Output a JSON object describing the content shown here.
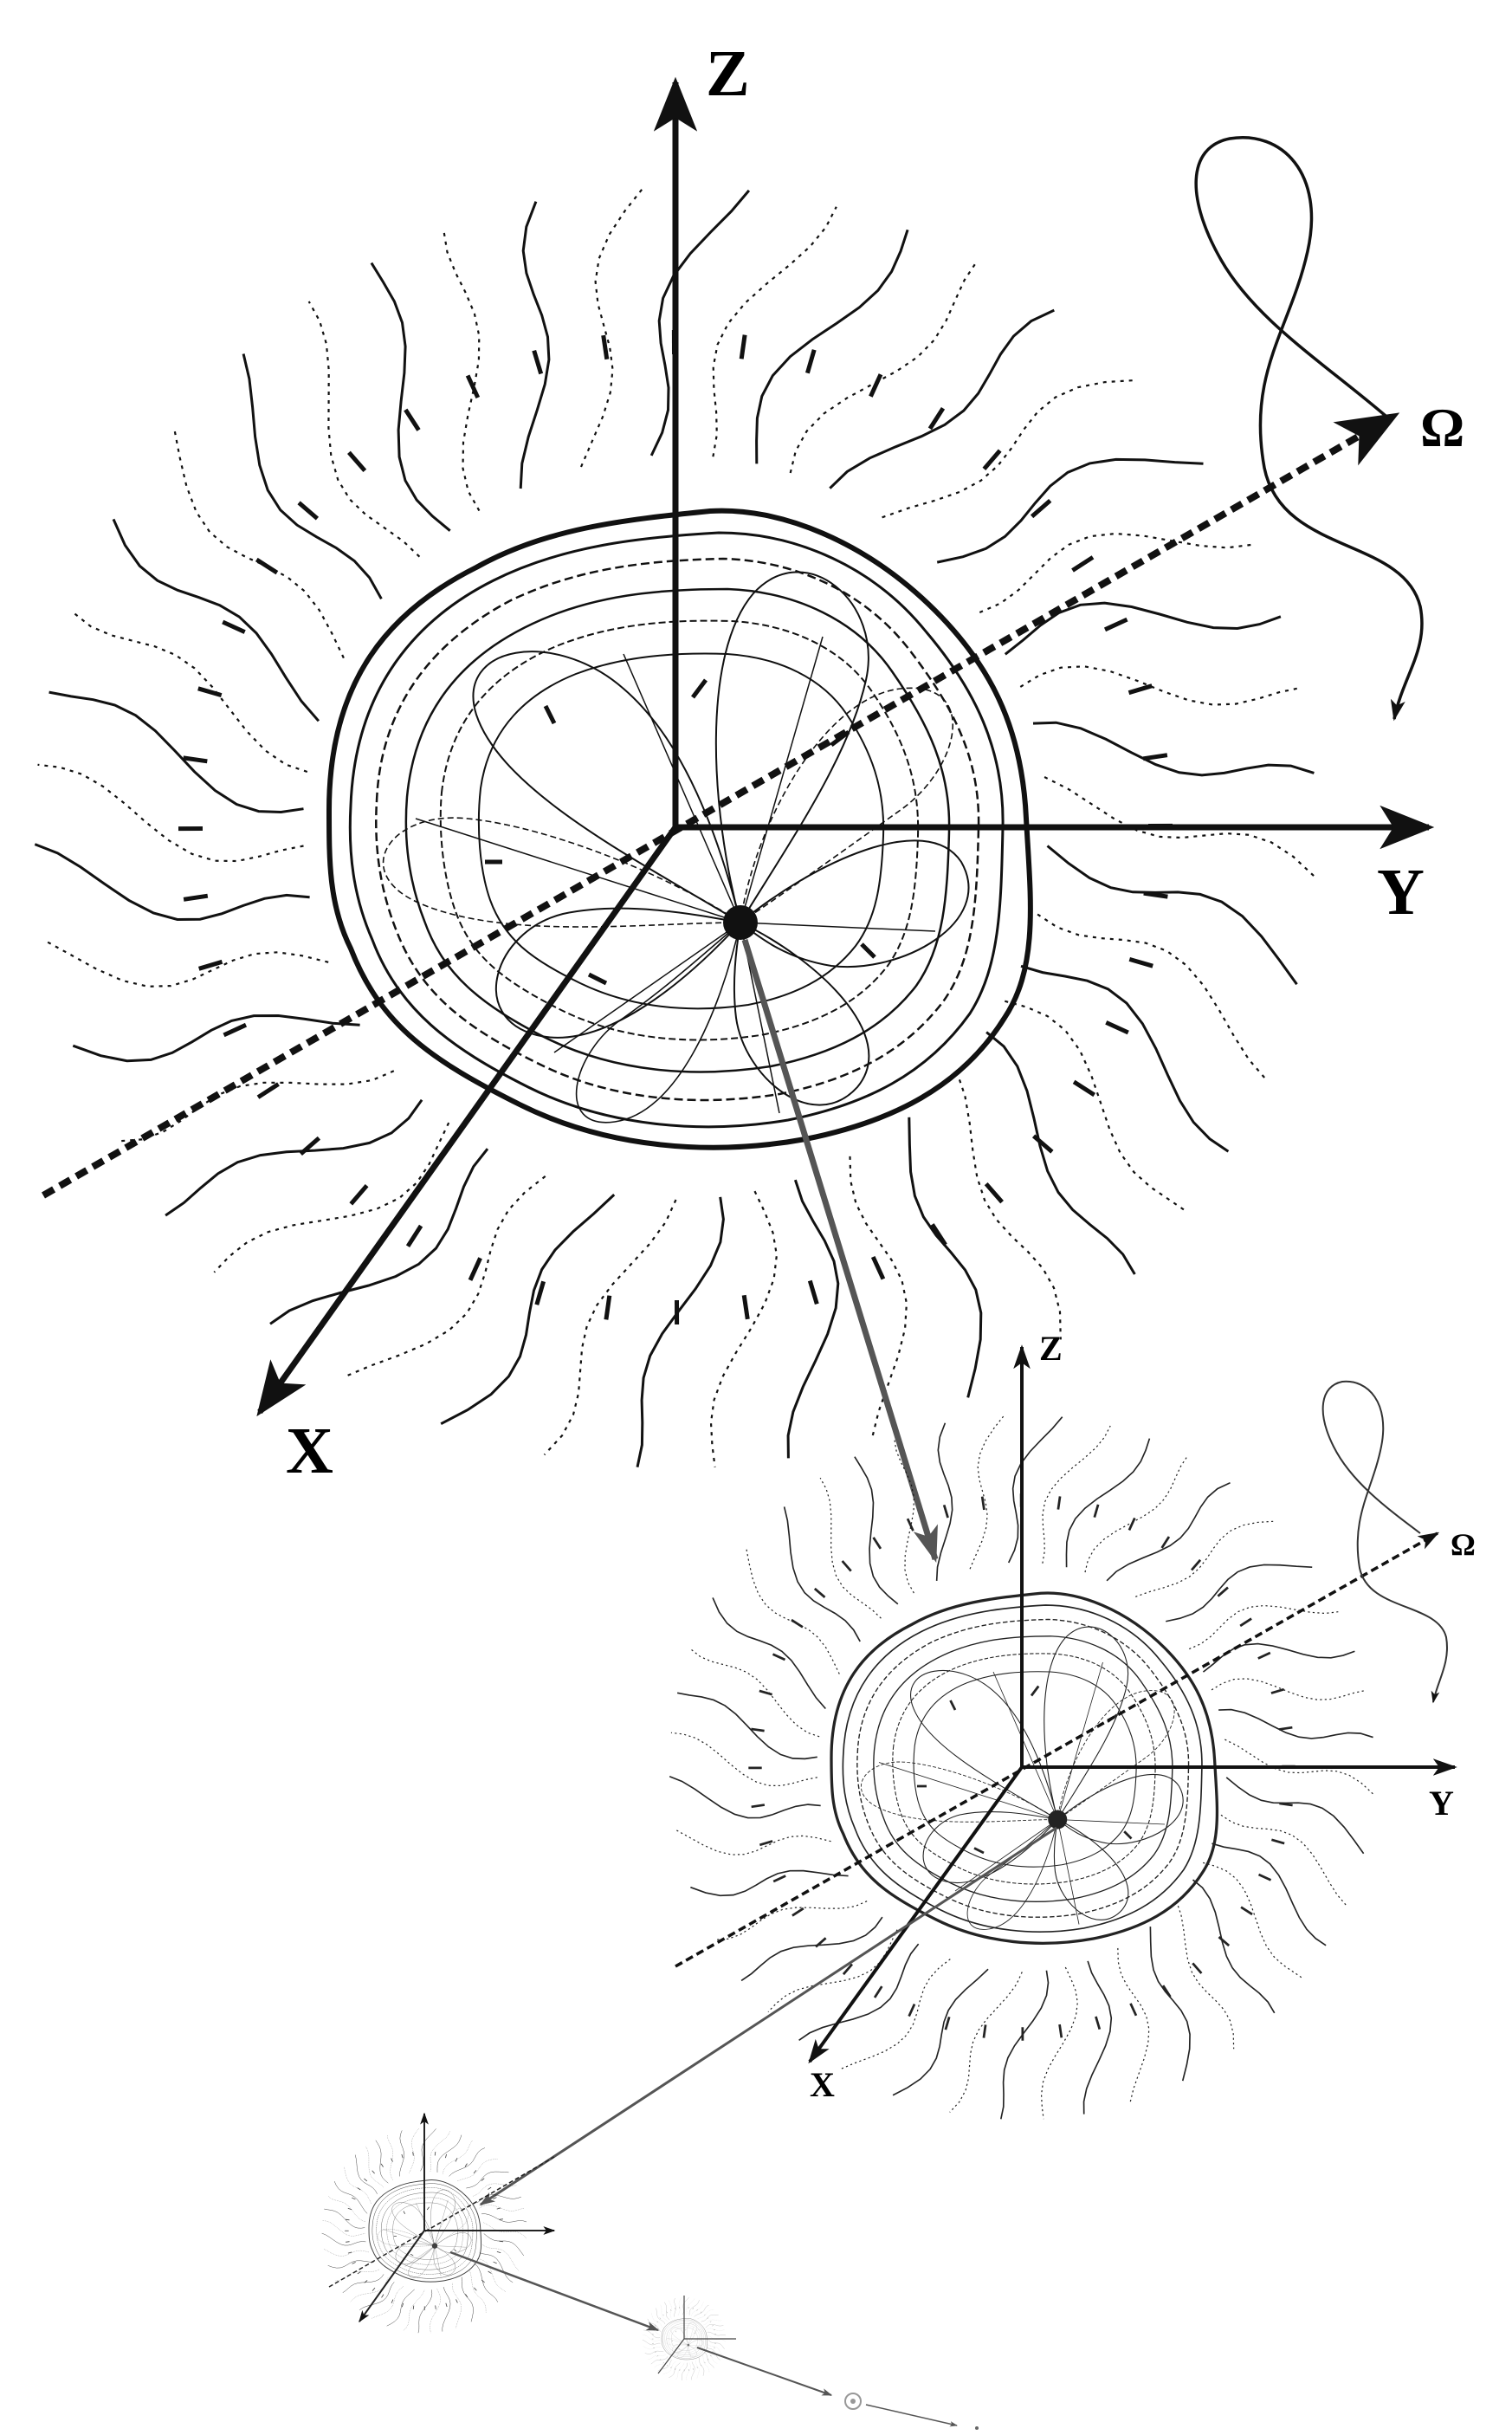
{
  "labels": {
    "z": "Z",
    "y": "Y",
    "x": "X",
    "omega": "Ω"
  },
  "colors": {
    "ink": "#111111",
    "link_arrow": "#555555",
    "background": "#ffffff"
  },
  "icons": {
    "rotation_loop": "figure-eight-arrow-icon",
    "link_arrow": "zoom-chain-arrow-icon"
  }
}
